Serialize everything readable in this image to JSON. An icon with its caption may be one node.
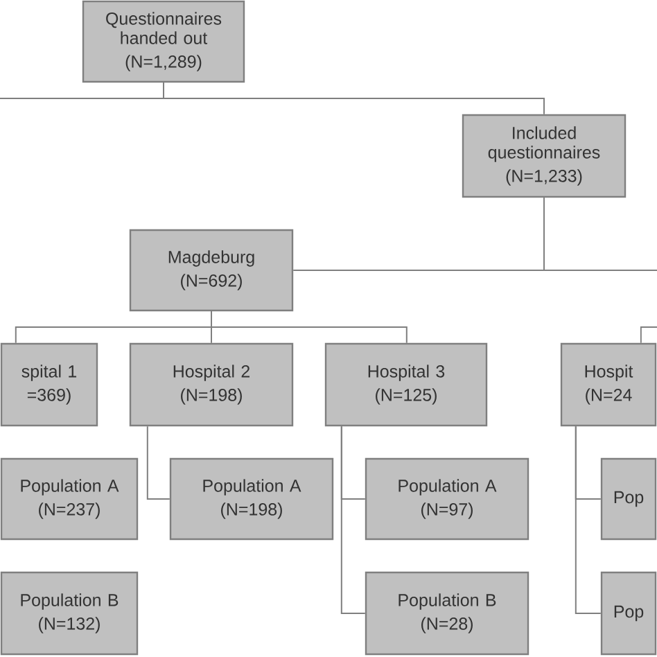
{
  "diagram": {
    "nodes": [
      {
        "text": [
          "Questionnaires handed out",
          "(N=1,289)"
        ]
      },
      {
        "text": [
          "Included questionnaires",
          "(N=1,233)"
        ]
      },
      {
        "text": [
          "Magdeburg",
          "(N=692)"
        ]
      },
      {
        "text": [
          "spital 1",
          "=369)"
        ]
      },
      {
        "text": [
          "Hospital 2",
          "(N=198)"
        ]
      },
      {
        "text": [
          "Hospital 3",
          "(N=125)"
        ]
      },
      {
        "text": [
          "Hospit",
          "(N=24"
        ]
      },
      {
        "text": [
          "Population A",
          "(N=237)"
        ]
      },
      {
        "text": [
          "Population A",
          "(N=198)"
        ]
      },
      {
        "text": [
          "Population A",
          "(N=97)"
        ]
      },
      {
        "text": [
          "Pop"
        ]
      },
      {
        "text": [
          "Population B",
          "(N=132)"
        ]
      },
      {
        "text": [
          "Population B",
          "(N=28)"
        ]
      },
      {
        "text": [
          "Pop"
        ]
      }
    ],
    "edges": [
      {
        "from": 0,
        "to": null,
        "arrow": "none"
      },
      {
        "from": 0,
        "to": 1,
        "arrow": "none"
      },
      {
        "from": 1,
        "to": 2,
        "arrow": "none"
      },
      {
        "from": 1,
        "to": null,
        "arrow": "none"
      },
      {
        "from": 2,
        "to": 3,
        "arrow": "none"
      },
      {
        "from": 2,
        "to": 4,
        "arrow": "none"
      },
      {
        "from": 2,
        "to": 5,
        "arrow": "none"
      },
      {
        "from": null,
        "to": 6,
        "arrow": "none"
      },
      {
        "from": 4,
        "to": 8,
        "arrow": "none"
      },
      {
        "from": 5,
        "to": 9,
        "arrow": "none"
      },
      {
        "from": 5,
        "to": 12,
        "arrow": "none"
      },
      {
        "from": 6,
        "to": 10,
        "arrow": "none"
      },
      {
        "from": 6,
        "to": 13,
        "arrow": "none"
      }
    ]
  }
}
